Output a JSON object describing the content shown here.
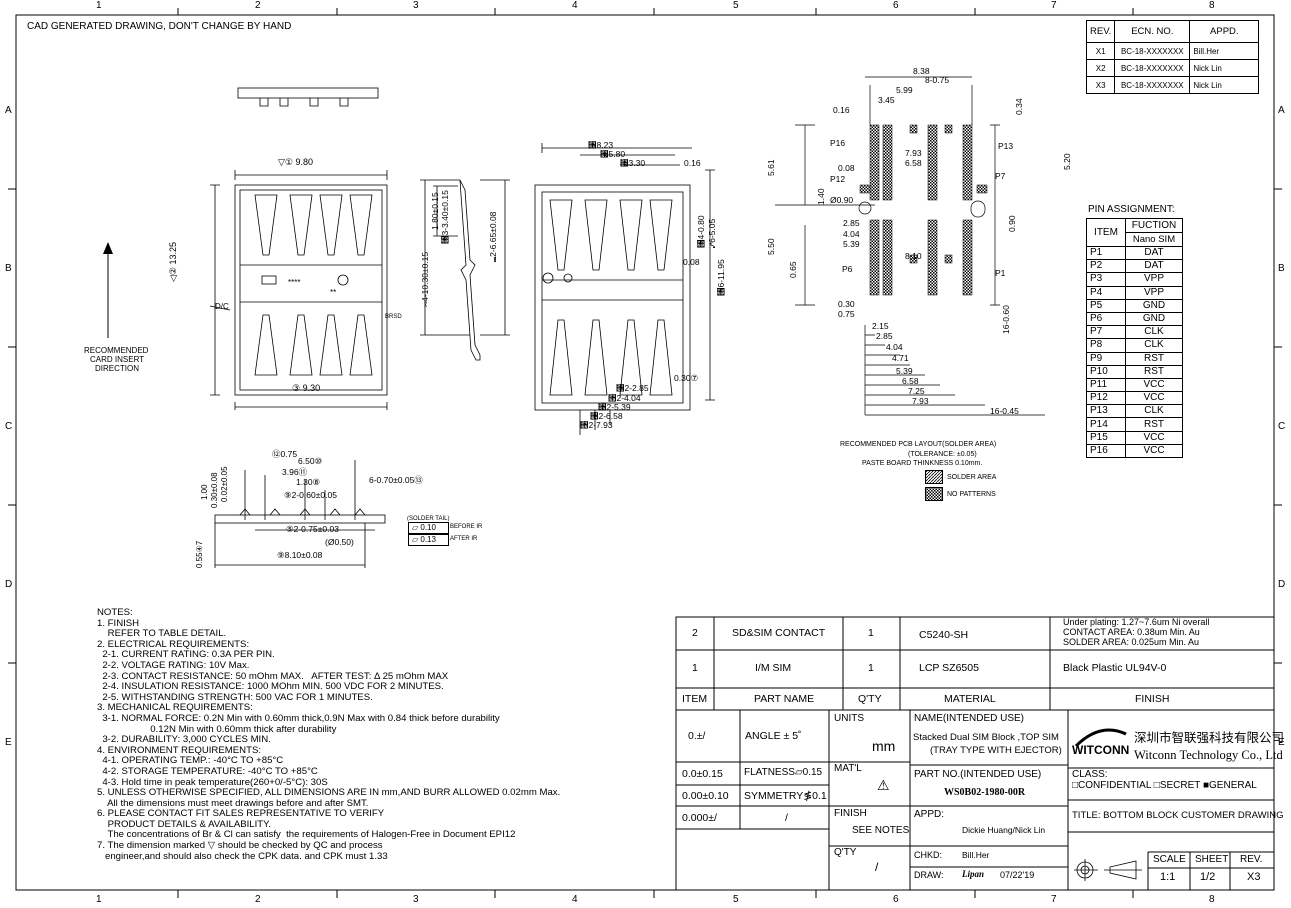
{
  "header_note": "CAD GENERATED DRAWING, DON'T CHANGE BY HAND",
  "zones": {
    "cols": [
      "1",
      "2",
      "3",
      "4",
      "5",
      "6",
      "7",
      "8"
    ],
    "rows": [
      "A",
      "B",
      "C",
      "D",
      "E"
    ]
  },
  "revisions": {
    "headers": [
      "REV.",
      "ECN. NO.",
      "APPD."
    ],
    "rows": [
      [
        "X1",
        "BC-18-XXXXXXX",
        "Bill.Her"
      ],
      [
        "X2",
        "BC-18-XXXXXXX",
        "Nick Lin"
      ],
      [
        "X3",
        "BC-18-XXXXXXX",
        "Nick Lin"
      ]
    ]
  },
  "pin_assignment": {
    "title": "PIN ASSIGNMENT:",
    "item_header": "ITEM",
    "function_header": "FUCTION",
    "sub_header": "Nano SIM",
    "rows": [
      [
        "P1",
        "DAT"
      ],
      [
        "P2",
        "DAT"
      ],
      [
        "P3",
        "VPP"
      ],
      [
        "P4",
        "VPP"
      ],
      [
        "P5",
        "GND"
      ],
      [
        "P6",
        "GND"
      ],
      [
        "P7",
        "CLK"
      ],
      [
        "P8",
        "CLK"
      ],
      [
        "P9",
        "RST"
      ],
      [
        "P10",
        "RST"
      ],
      [
        "P11",
        "VCC"
      ],
      [
        "P12",
        "VCC"
      ],
      [
        "P13",
        "CLK"
      ],
      [
        "P14",
        "RST"
      ],
      [
        "P15",
        "VCC"
      ],
      [
        "P16",
        "VCC"
      ]
    ]
  },
  "insert_direction": [
    "RECOMMENDED",
    "CARD INSERT",
    "DIRECTION"
  ],
  "top_view": {
    "dim_top": "▽① 9.80",
    "dim_bottom": "③ 9.30",
    "dim_left": "◁② 13.25",
    "dc_label": "D/C",
    "marks1": "****",
    "marks2": "**",
    "tag": "BRSD"
  },
  "side_view": {
    "dim_a": "⑅4-10.30±0.15",
    "dim_b": "⑐3-3.40±0.15",
    "dim_c": "1.80±0.15",
    "dim_d": "⑉2-6.65±0.08"
  },
  "bottom_view": {
    "dims": [
      "⑘8.23",
      "⑗5.80",
      "⑗3.30",
      "0.16",
      "⑐4-0.80",
      "⑇6-5.05",
      "0.08",
      "⑖6-11.95",
      "0.30⑦",
      "⑑2-2.85",
      "⑒2-4.04",
      "⑓2-5.39",
      "⑔2-6.58",
      "⑕2-7.93"
    ]
  },
  "detail_view": {
    "dims": [
      "⑫0.75",
      "6.50⑩",
      "3.96⑪",
      "1.30⑧",
      "⑨2-0.60±0.05",
      "6-0.70±0.05⑬",
      "⑤2-0.75±0.03",
      "(Ø0.50)",
      "⑨8.10±0.08",
      "0.55④7",
      "1.00",
      "0.30±0.08",
      "0.02±0.05"
    ],
    "solder_tail": "(SOLDER TAIL)",
    "flat1": "0.10",
    "flat2": "0.13",
    "before_ir": "BEFORE IR",
    "after_ir": "AFTER IR"
  },
  "pcb_layout": {
    "dims_top": [
      "8.38",
      "8-0.75",
      "5.99",
      "3.45",
      "0.16",
      "0.34"
    ],
    "dims_mid": [
      "7.93",
      "6.58",
      "0.08",
      "5.20",
      "5.61",
      "1.40",
      "Ø0.90",
      "0.90",
      "2.85",
      "4.04",
      "5.39",
      "8.10",
      "5.50",
      "0.65",
      "0.30",
      "0.75",
      "16-0.60",
      "2.15",
      "2.85",
      "4.04",
      "4.71",
      "5.39",
      "6.58",
      "7.25",
      "7.93",
      "16-0.45"
    ],
    "pins": [
      "P16",
      "P13",
      "P12",
      "P7",
      "P6",
      "P1"
    ],
    "caption1": "RECOMMENDED PCB LAYOUT(SOLDER AREA)",
    "caption2": "(TOLERANCE: ±0.05)",
    "caption3": "PASTE BOARD THINKNESS 0.10mm.",
    "legend_solder": "SOLDER AREA",
    "legend_none": "NO PATTERNS"
  },
  "notes": [
    "NOTES:",
    "1. FINISH",
    "    REFER TO TABLE DETAIL.",
    "2. ELECTRICAL REQUIREMENTS:",
    "  2-1. CURRENT RATING: 0.3A PER PIN.",
    "  2-2. VOLTAGE RATING: 10V Max.",
    "  2-3. CONTACT RESISTANCE: 50 mOhm MAX.   AFTER TEST: Δ 25 mOhm MAX",
    "  2-4. INSULATION RESISTANCE: 1000 MOhm MIN. 500 VDC FOR 2 MINUTES.",
    "  2-5. WITHSTANDING STRENGTH: 500 VAC FOR 1 MINUTES.",
    "3. MECHANICAL REQUIREMENTS:",
    "  3-1. NORMAL FORCE: 0.2N Min with 0.60mm thick,0.9N Max with 0.84 thick before durability",
    "                    0.12N Min with 0.60mm thick after durability",
    "  3-2. DURABILITY: 3,000 CYCLES MIN.",
    "4. ENVIRONMENT REQUIREMENTS:",
    "  4-1. OPERATING TEMP.: -40°C TO +85°C",
    "  4-2. STORAGE TEMPERATURE: -40°C TO +85°C",
    "  4-3. Hold time in peak temperature(260+0/-5°C): 30S",
    "5. UNLESS OTHERWISE SPECIFIED, ALL DIMENSIONS ARE IN mm,AND BURR ALLOWED 0.02mm Max.",
    "    All the dimensions must meet drawings before and after SMT.",
    "6. PLEASE CONTACT FIT SALES REPRESENTATIVE TO VERIFY",
    "    PRODUCT DETAILS & AVAILABILITY.",
    "    The concentrations of Br & Cl can satisfy  the requirements of Halogen-Free in Document EPI12",
    "7. The dimension marked ▽ should be checked by QC and process",
    "   engineer,and should also check the CPK data. and CPK must 1.33"
  ],
  "bom": {
    "rows": [
      {
        "item": "2",
        "part": "SD&SIM CONTACT",
        "qty": "1",
        "material": "C5240-SH",
        "finish": [
          "Under plating: 1.27~7.6um Ni overall",
          "CONTACT AREA: 0.38um Min. Au",
          "SOLDER AREA: 0.025um Min. Au"
        ]
      },
      {
        "item": "1",
        "part": "I/M SIM",
        "qty": "1",
        "material": "LCP SZ6505",
        "finish": [
          "Black Plastic UL94V-0"
        ]
      }
    ],
    "headers": {
      "item": "ITEM",
      "part": "PART NAME",
      "qty": "Q'TY",
      "material": "MATERIAL",
      "finish": "FINISH"
    }
  },
  "title_block": {
    "tol": [
      [
        "0.±/",
        "ANGLE  ±  5˚"
      ],
      [
        "0.0±0.15",
        "FLATNESS▱0.15"
      ],
      [
        "0.00±0.10",
        "SYMMETRY≸0.1"
      ],
      [
        "0.000±/",
        "/"
      ]
    ],
    "units_label": "UNITS",
    "units_value": "mm",
    "matl_label": "MAT'L",
    "matl_value": "⚠",
    "finish_label": "FINISH",
    "finish_value": "SEE NOTES",
    "qty_label": "Q'TY",
    "qty_value": "/",
    "name_label": "NAME(INTENDED USE)",
    "name_value": [
      "Stacked Dual SIM Block ,TOP SIM",
      "(TRAY TYPE WITH EJECTOR)"
    ],
    "part_no_label": "PART NO.(INTENDED USE)",
    "part_no_value": "WS0B02-1980-00R",
    "appd_label": "APPD:",
    "appd_value": "Dickie Huang/Nick Lin",
    "chkd_label": "CHKD:",
    "chkd_value": "Bill.Her",
    "draw_label": "DRAW:",
    "draw_value": "Lipan",
    "draw_date": "07/22'19",
    "company_cn": "深圳市智联强科技有限公司",
    "company_en": "Witconn Technology Co., Ltd",
    "logo_text": "WITCONN",
    "class_label": "CLASS:",
    "class_options": "□CONFIDENTIAL  □SECRET  ■GENERAL",
    "title_text": "TITLE:  BOTTOM BLOCK CUSTOMER DRAWING",
    "scale_label": "SCALE",
    "scale_value": "1:1",
    "sheet_label": "SHEET",
    "sheet_value": "1/2",
    "rev_label": "REV.",
    "rev_value": "X3"
  }
}
